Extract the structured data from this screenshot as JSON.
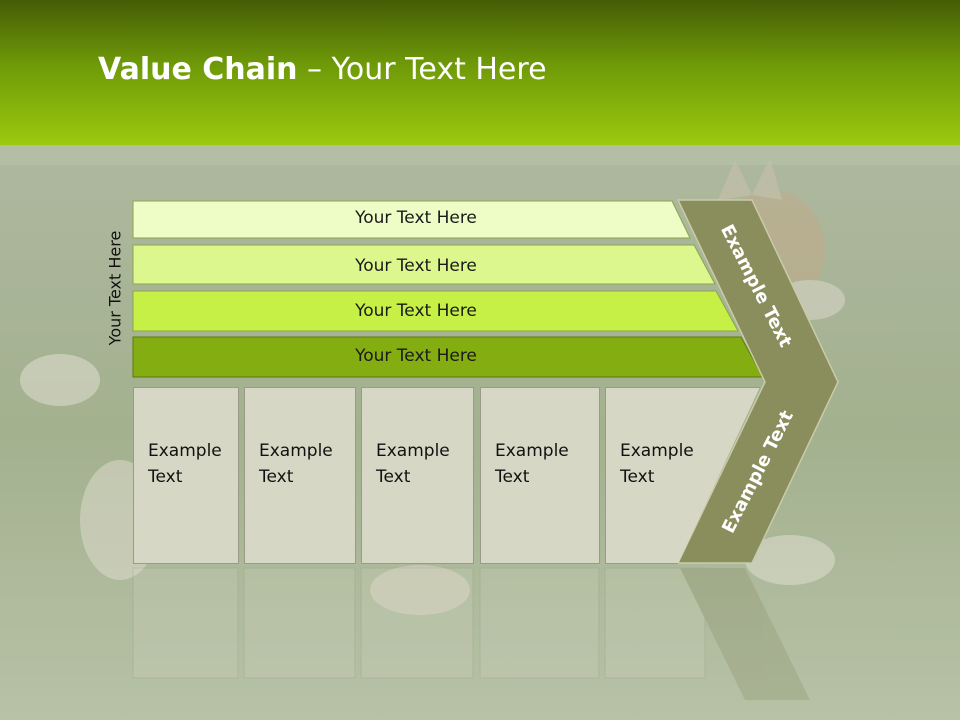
{
  "slide": {
    "title_bold": "Value Chain",
    "title_rest": " – Your Text Here",
    "side_label": "Your Text Here",
    "bars": [
      {
        "label": "Your Text Here",
        "color": "#eefcc6"
      },
      {
        "label": "Your Text Here",
        "color": "#ddf78f"
      },
      {
        "label": "Your Text Here",
        "color": "#c6f045"
      },
      {
        "label": "Your Text Here",
        "color": "#84ad12"
      }
    ],
    "cards": [
      {
        "line1": "Example",
        "line2": "Text"
      },
      {
        "line1": "Example",
        "line2": "Text"
      },
      {
        "line1": "Example",
        "line2": "Text"
      },
      {
        "line1": "Example",
        "line2": "Text"
      },
      {
        "line1": "Example",
        "line2": "Text"
      }
    ],
    "chevron_upper": "Example Text",
    "chevron_lower": "Example Text",
    "colors": {
      "chevron": "#8a8d5c",
      "header_top": "#445c05",
      "header_bottom": "#9cc90e"
    }
  }
}
